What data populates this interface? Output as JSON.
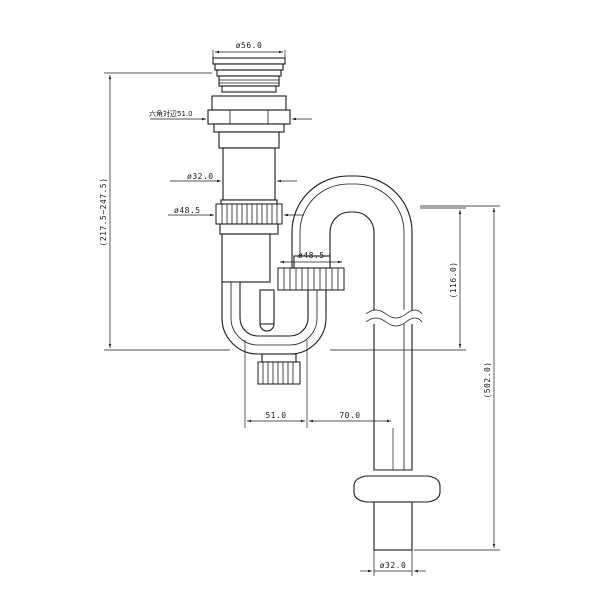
{
  "dimensions": {
    "top_diameter": "ø56.0",
    "hex_across_flats": "六角対辺51.0",
    "inlet_pipe_diameter": "ø32.0",
    "left_nut_diameter": "ø48.5",
    "right_nut_diameter": "ø48.5",
    "height_range": "(217.5~247.5)",
    "riser_height": "(116.0)",
    "total_drop": "(502.0)",
    "offset_left": "51.0",
    "offset_right": "70.0",
    "outlet_diameter": "ø32.0"
  },
  "colors": {
    "line": "#1a1a1a",
    "background": "#ffffff"
  }
}
